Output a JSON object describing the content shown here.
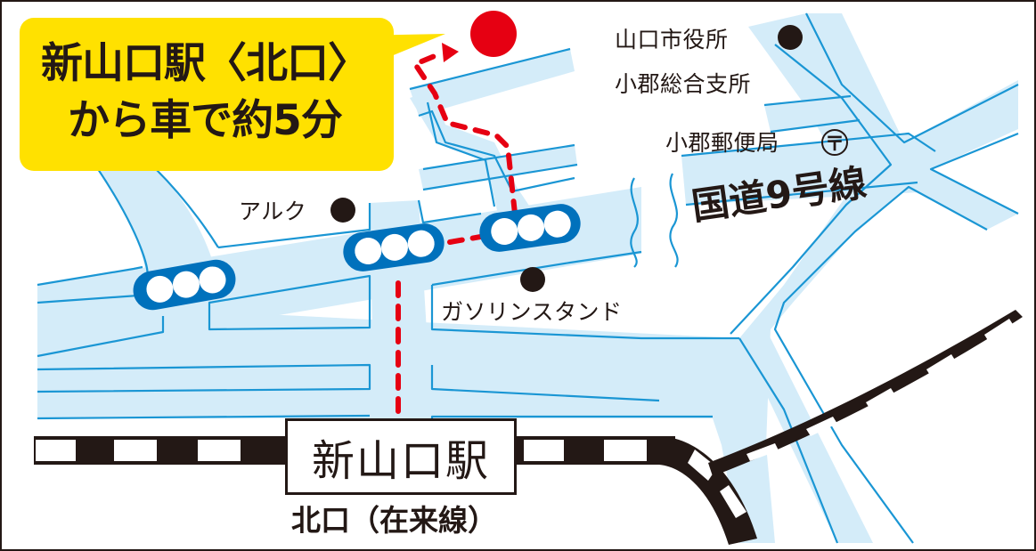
{
  "callout": {
    "line1": "新山口駅〈北口〉",
    "line2": "から車で約5分",
    "background_color": "#ffe100"
  },
  "destination": {
    "marker": "red-circle",
    "color": "#e60012"
  },
  "route": {
    "style": "red-dashed-arrow",
    "color": "#e60012"
  },
  "landmarks": [
    {
      "label": "山口市役所",
      "icon": "black-dot"
    },
    {
      "label": "小郡総合支所",
      "icon": "none"
    },
    {
      "label": "小郡郵便局",
      "icon": "post-office-mark",
      "glyph": "〒"
    },
    {
      "label": "アルク",
      "icon": "black-dot"
    },
    {
      "label": "ガソリンスタンド",
      "icon": "black-dot"
    }
  ],
  "roads": {
    "national_route_label": "国道9号線",
    "road_color": "#d4ecf9",
    "edge_color": "#1a96d4"
  },
  "traffic_signals": [
    {
      "id": "signal-left",
      "lamps": 3,
      "color": "#0071bc"
    },
    {
      "id": "signal-center",
      "lamps": 3,
      "color": "#0071bc"
    },
    {
      "id": "signal-right",
      "lamps": 3,
      "color": "#0071bc"
    }
  ],
  "station": {
    "name": "新山口駅",
    "exit_label": "北口（在来線）"
  },
  "railway": {
    "style": "black-white-checkered"
  }
}
